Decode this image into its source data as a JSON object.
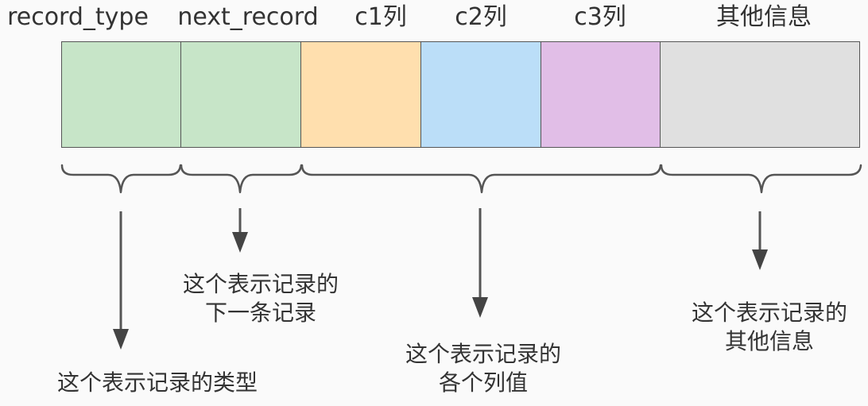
{
  "fields": [
    {
      "label": "record_type",
      "color": "#c7e5c8"
    },
    {
      "label": "next_record",
      "color": "#c7e5c8"
    },
    {
      "label": "c1列",
      "color": "#ffdfae"
    },
    {
      "label": "c2列",
      "color": "#bbdef8"
    },
    {
      "label": "c3列",
      "color": "#e1bee7"
    },
    {
      "label": "其他信息",
      "color": "#e0e0e0"
    }
  ],
  "captions": {
    "record_type": [
      "这个表示记录的类型"
    ],
    "next_record": [
      "这个表示记录的",
      "下一条记录"
    ],
    "columns": [
      "这个表示记录的",
      "各个列值"
    ],
    "other": [
      "这个表示记录的",
      "其他信息"
    ]
  },
  "colors": {
    "border": "#555555",
    "text": "#333333",
    "background": "#fafafa"
  }
}
